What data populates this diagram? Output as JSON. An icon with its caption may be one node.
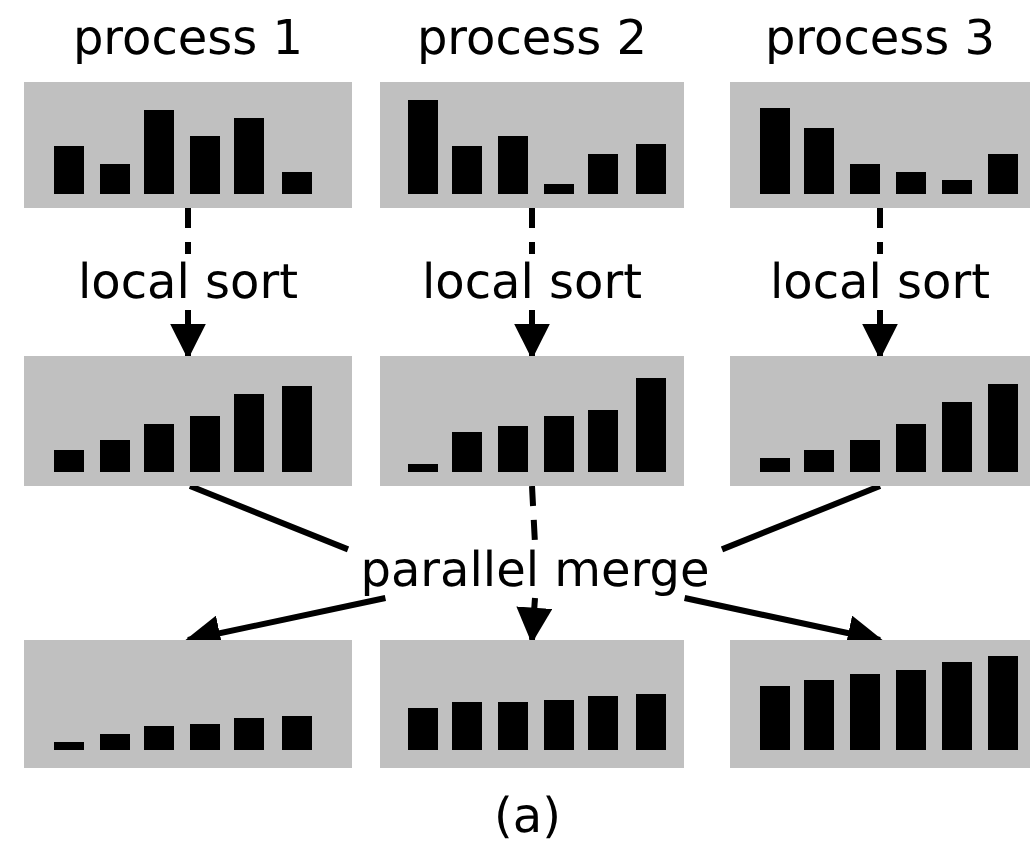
{
  "diagram": {
    "nodes": [
      {
        "text": [
          "process 1"
        ]
      },
      {
        "text": [
          "process 2"
        ]
      },
      {
        "text": [
          "process 3"
        ]
      },
      {
        "text": [],
        "shape": "box"
      },
      {
        "text": [],
        "shape": "box"
      },
      {
        "text": [],
        "shape": "box"
      },
      {
        "text": [
          "parallel merge"
        ]
      },
      {
        "text": [],
        "shape": "box"
      },
      {
        "text": [],
        "shape": "box"
      },
      {
        "text": [],
        "shape": "box"
      }
    ],
    "edges": [
      {
        "from": 0,
        "to": 3,
        "arrow": "to",
        "label": "local sort",
        "style": "dashed"
      },
      {
        "from": 1,
        "to": 4,
        "arrow": "to",
        "label": "local sort",
        "style": "dashed"
      },
      {
        "from": 2,
        "to": 5,
        "arrow": "to",
        "label": "local sort",
        "style": "dashed"
      },
      {
        "from": 3,
        "to": 6,
        "arrow": "none"
      },
      {
        "from": 4,
        "to": 6,
        "arrow": "none",
        "style": "dashed"
      },
      {
        "from": 5,
        "to": 6,
        "arrow": "none"
      },
      {
        "from": 6,
        "to": 7,
        "arrow": "to"
      },
      {
        "from": 6,
        "to": 8,
        "arrow": "to"
      },
      {
        "from": 6,
        "to": 9,
        "arrow": "to"
      }
    ],
    "labels": [
      "(a)"
    ]
  }
}
